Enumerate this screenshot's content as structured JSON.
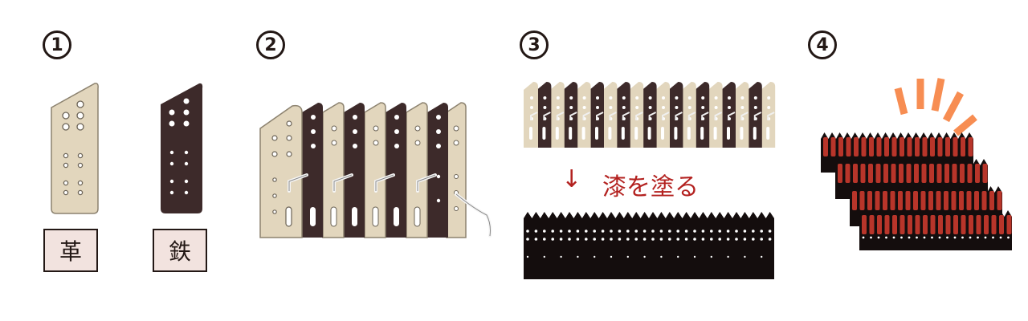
{
  "steps": [
    {
      "number": "1"
    },
    {
      "number": "2"
    },
    {
      "number": "3"
    },
    {
      "number": "4"
    }
  ],
  "materials": {
    "leather_label": "革",
    "iron_label": "鉄"
  },
  "step3": {
    "arrow": "↓",
    "caption": "漆を塗る"
  },
  "colors": {
    "leather": "#e2d6bd",
    "iron": "#3d2a2a",
    "lacquer_black": "#140d0d",
    "lacquer_red": "#b8352a",
    "caption_red": "#b3211f",
    "shine_orange": "#f78d52",
    "label_bg": "#f2e3df"
  }
}
